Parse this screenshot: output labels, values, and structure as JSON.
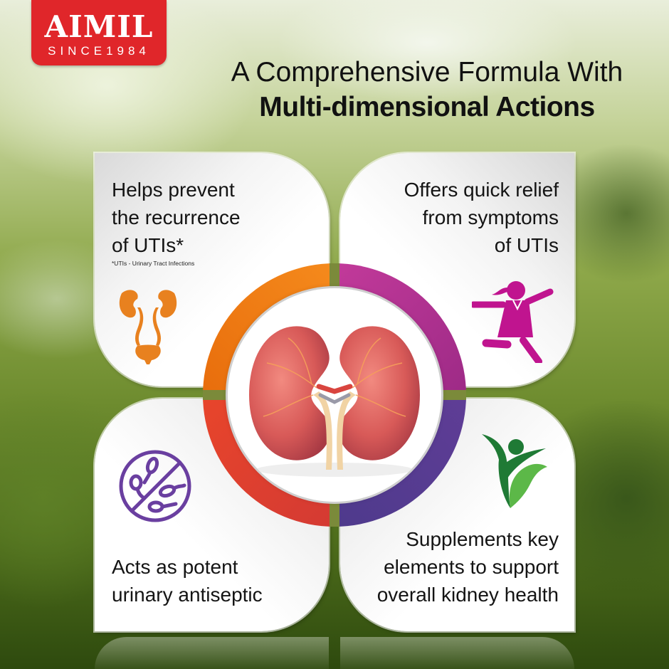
{
  "brand": {
    "name": "AIMIL",
    "tagline": "SINCE1984",
    "color": "#e0262a"
  },
  "headline": {
    "line1": "A Comprehensive Formula With",
    "line2": "Multi-dimensional Actions"
  },
  "cards": [
    {
      "position": "top-left",
      "text_lines": [
        "Helps prevent",
        "the recurrence",
        "of UTIs*"
      ],
      "footnote": "*UTIs - Urinary Tract Infections",
      "icon": "urinary-system-icon",
      "accent": "#e8811f"
    },
    {
      "position": "top-right",
      "text_lines": [
        "Offers quick relief",
        "from symptoms",
        "of UTIs"
      ],
      "icon": "happy-woman-jumping-icon",
      "accent": "#c0148f"
    },
    {
      "position": "bottom-left",
      "text_lines": [
        "Acts as potent",
        "urinary antiseptic"
      ],
      "icon": "no-bacteria-icon",
      "accent": "#6a3fa0"
    },
    {
      "position": "bottom-right",
      "text_lines": [
        "Supplements key",
        "elements to support",
        "overall kidney health"
      ],
      "icon": "wellness-leaf-person-icon",
      "accent": "#2f8a3a"
    }
  ],
  "center": {
    "image": "kidneys-illustration",
    "ring_colors": {
      "top_left": "#f07a10",
      "top_right": "#b8308f",
      "bottom_left": "#e8452b",
      "bottom_right": "#5a3a93"
    }
  }
}
